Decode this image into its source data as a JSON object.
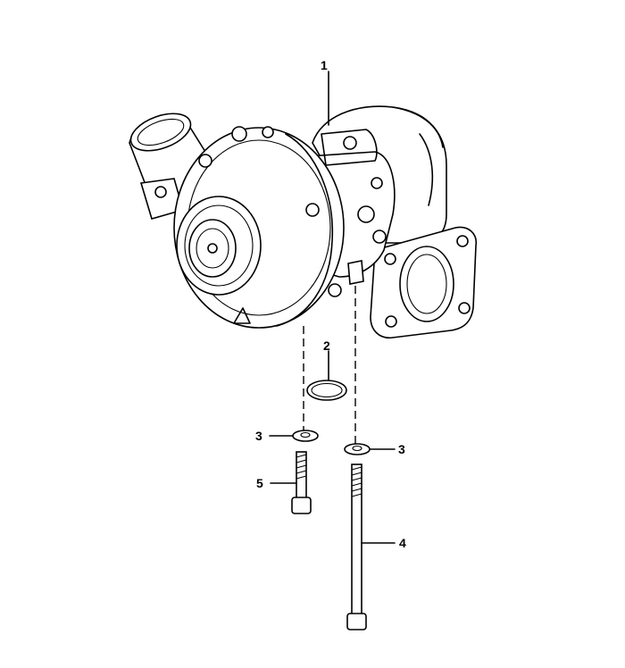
{
  "diagram": {
    "callouts": [
      {
        "id": "part-1",
        "label": "1"
      },
      {
        "id": "part-2",
        "label": "2"
      },
      {
        "id": "part-3-left",
        "label": "3"
      },
      {
        "id": "part-3-right",
        "label": "3"
      },
      {
        "id": "part-4",
        "label": "4"
      },
      {
        "id": "part-5",
        "label": "5"
      }
    ]
  }
}
